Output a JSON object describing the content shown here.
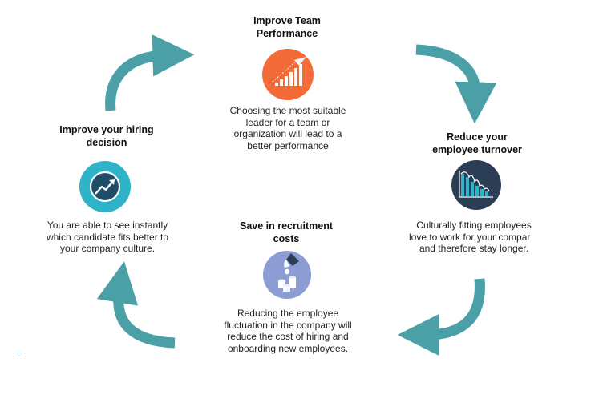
{
  "stages": {
    "top": {
      "title_lines": [
        "Improve Team",
        "Performance"
      ],
      "desc_lines": [
        "Choosing the most suitable",
        "leader for a team or",
        "organization will lead to a",
        "better performance"
      ],
      "icon": "growth-bar-chart-with-paper-plane-icon",
      "icon_color": "#f26b38"
    },
    "right": {
      "title_lines": [
        "Reduce your",
        "employee turnover"
      ],
      "desc_lines": [
        "Culturally fitting employees",
        "love to work for your compar",
        "and therefore stay longer."
      ],
      "icon": "declining-bar-chart-icon",
      "icon_color": "#2c3e55"
    },
    "bottom": {
      "title_lines": [
        "Save in recruitment",
        "costs"
      ],
      "desc_lines": [
        "Reducing the employee",
        "fluctuation in the company will",
        "reduce the cost of hiring and",
        "onboarding new employees."
      ],
      "icon": "hand-dropping-coin-icon",
      "icon_color": "#8b9dd2"
    },
    "left": {
      "title_lines": [
        "Improve your hiring",
        "decision"
      ],
      "desc_lines": [
        "You are able to see instantly",
        "which candidate fits better to",
        "your company culture."
      ],
      "icon": "trend-line-up-icon",
      "icon_color": "#2fb3c9"
    }
  },
  "colors": {
    "arrow": "#4aa0a6",
    "text": "#1a1a1a"
  }
}
